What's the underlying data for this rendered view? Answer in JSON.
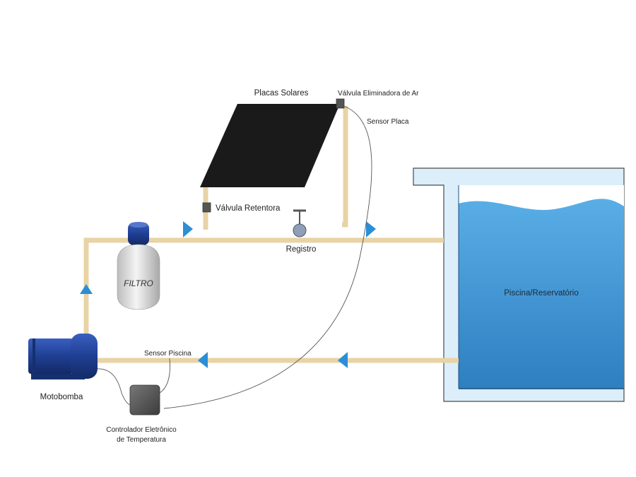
{
  "labels": {
    "solar_panels": "Placas Solares",
    "air_valve": "Válvula Eliminadora de Ar",
    "panel_sensor": "Sensor Placa",
    "check_valve": "Válvula Retentora",
    "register": "Registro",
    "filter": "FILTRO",
    "pool": "Piscina/Reservatório",
    "pool_sensor": "Sensor Piscina",
    "pump": "Motobomba",
    "controller_line1": "Controlador Eletrônico",
    "controller_line2": "de Temperatura"
  },
  "colors": {
    "pipe": "#e8d3a6",
    "flow_arrow": "#2a8fd6",
    "solar_panel": "#1a1a1a",
    "pool_water": "#3f95d4",
    "pool_frame": "#d6ecf8",
    "pump": "#1f3f93",
    "controller": "#555555",
    "filter_body": "#e6e6e6"
  },
  "icons": {
    "flow_arrow": "triangle-arrow",
    "register_valve": "gate-valve",
    "check_valve": "square-valve",
    "air_valve": "square-valve"
  }
}
